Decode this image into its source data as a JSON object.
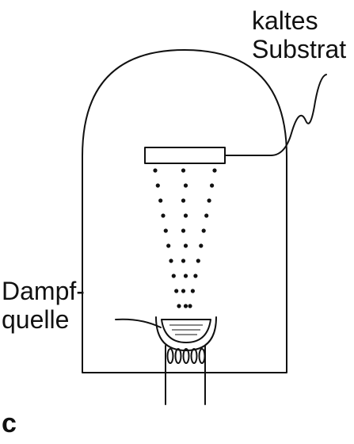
{
  "labels": {
    "substrate_line1": "kaltes",
    "substrate_line2": "Substrat",
    "source_line1": "Dampf-",
    "source_line2": "quelle",
    "panel": "c"
  },
  "colors": {
    "line": "#111111",
    "background": "#ffffff"
  }
}
